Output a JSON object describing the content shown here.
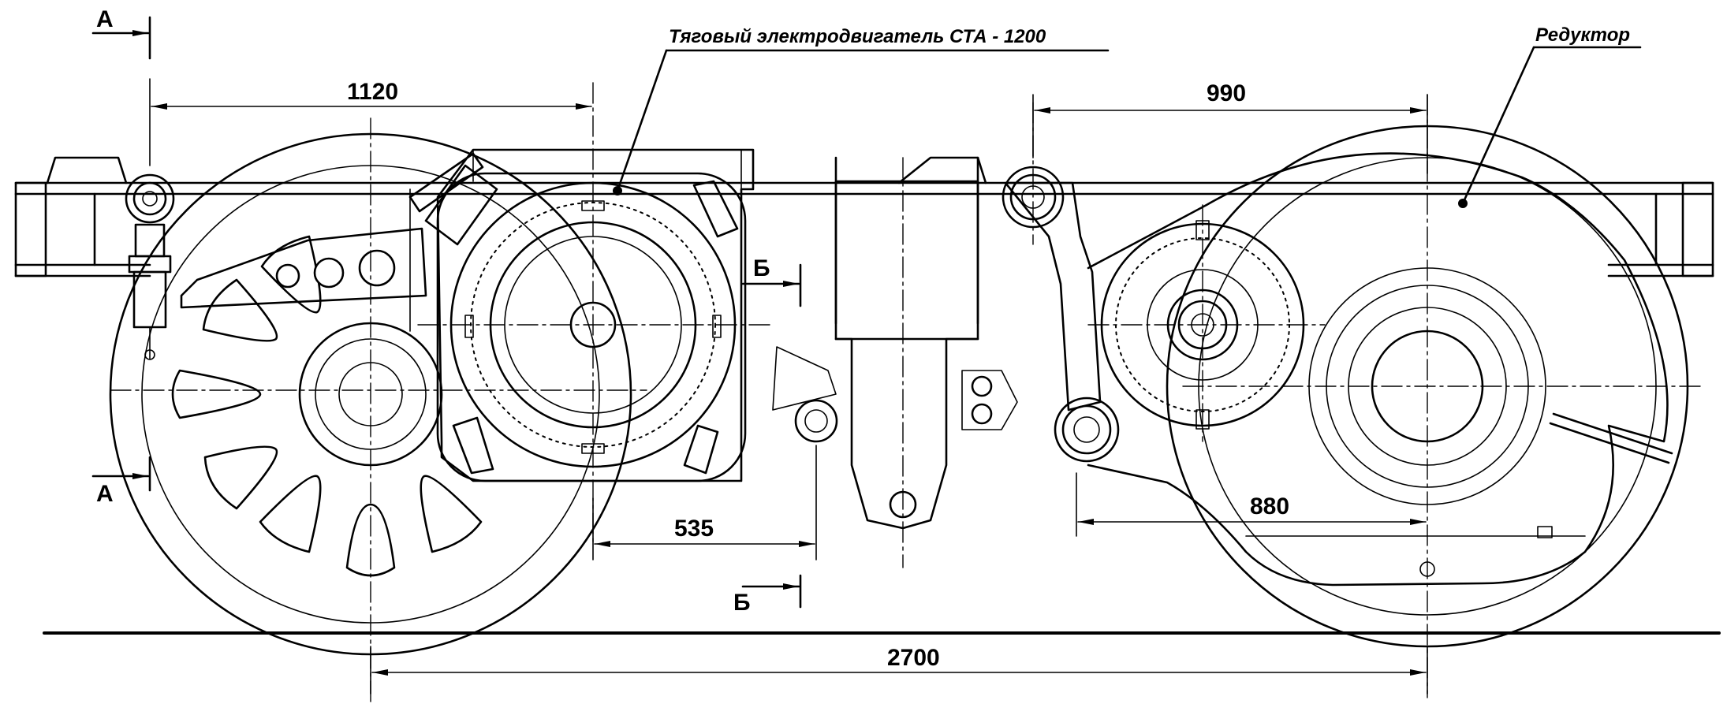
{
  "labels": {
    "motor": "Тяговый электродвигатель  СТА - 1200",
    "gearbox": "Редуктор"
  },
  "dimensions": {
    "d1120": "1120",
    "d990": "990",
    "d535": "535",
    "d880": "880",
    "d2700": "2700"
  },
  "sections": {
    "a": "А",
    "b": "Б"
  }
}
